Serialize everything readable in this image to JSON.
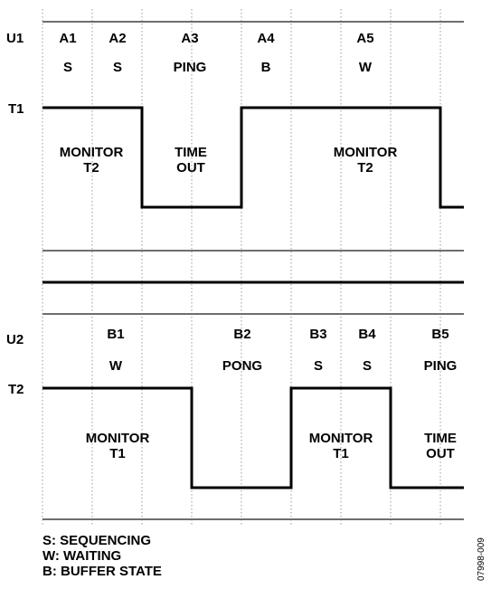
{
  "colors": {
    "line": "#000000",
    "grid": "#9a9a9a",
    "rule": "#000000"
  },
  "u1": {
    "row_label": "U1",
    "signal_label": "T1",
    "steps": [
      {
        "id": "A1",
        "code": "S"
      },
      {
        "id": "A2",
        "code": "S"
      },
      {
        "id": "A3",
        "code": "PING"
      },
      {
        "id": "A4",
        "code": "B"
      },
      {
        "id": "A5",
        "code": "W"
      }
    ],
    "regions": [
      {
        "line1": "MONITOR",
        "line2": "T2"
      },
      {
        "line1": "TIME",
        "line2": "OUT"
      },
      {
        "line1": "MONITOR",
        "line2": "T2"
      }
    ]
  },
  "u2": {
    "row_label": "U2",
    "signal_label": "T2",
    "steps": [
      {
        "id": "B1",
        "code": "W"
      },
      {
        "id": "B2",
        "code": "PONG"
      },
      {
        "id": "B3",
        "code": "S"
      },
      {
        "id": "B4",
        "code": "S"
      },
      {
        "id": "B5",
        "code": "PING"
      }
    ],
    "regions": [
      {
        "line1": "MONITOR",
        "line2": "T1"
      },
      {
        "line1": "MONITOR",
        "line2": "T1"
      },
      {
        "line1": "TIME",
        "line2": "OUT"
      }
    ]
  },
  "legend": [
    "S: SEQUENCING",
    "W: WAITING",
    "B: BUFFER STATE"
  ],
  "figure_id": "07998-009"
}
